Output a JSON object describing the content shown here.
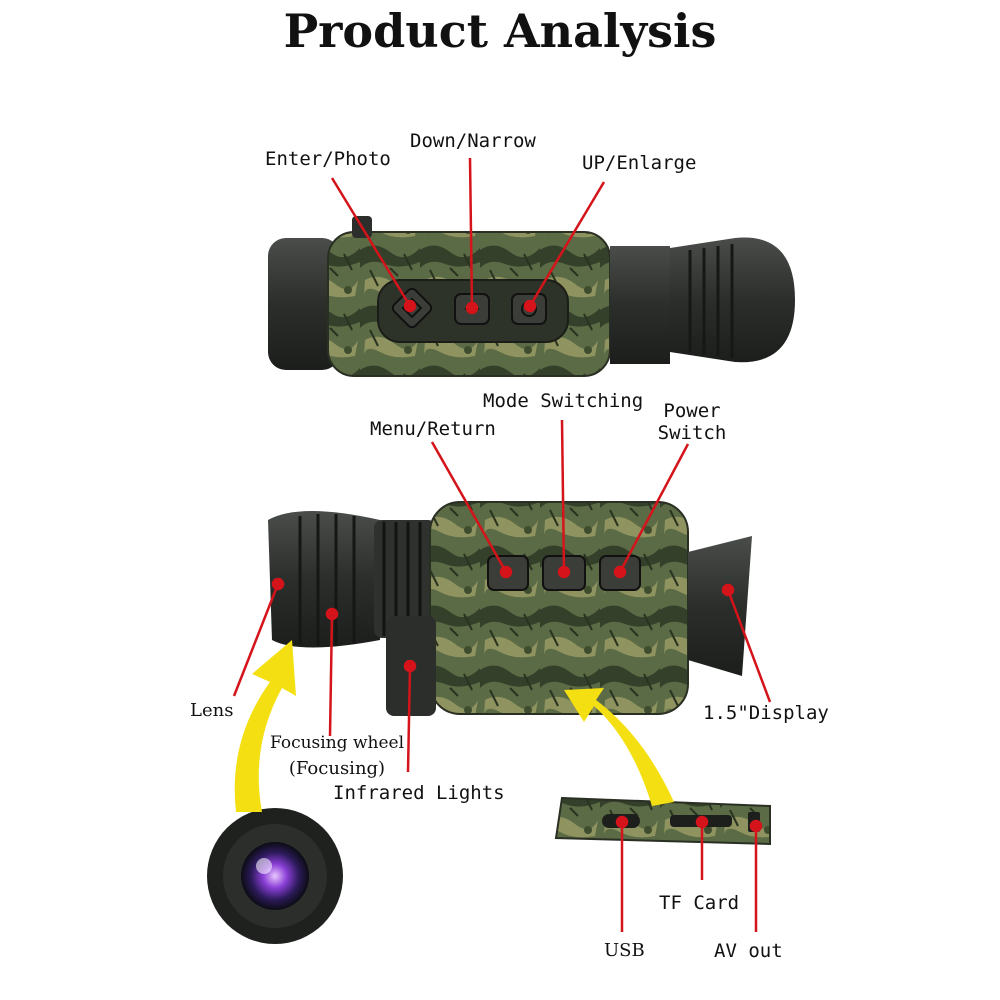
{
  "title": "Product Analysis",
  "labels": {
    "enter_photo": "Enter/Photo",
    "down_narrow": "Down/Narrow",
    "up_enlarge": "UP/Enlarge",
    "mode_switching": "Mode Switching",
    "menu_return": "Menu/Return",
    "power_switch_line1": "Power",
    "power_switch_line2": "Switch",
    "lens": "Lens",
    "focusing_wheel_line1": "Focusing wheel",
    "focusing_wheel_line2": "(Focusing)",
    "infrared_lights": "Infrared Lights",
    "display": "1.5\"Display",
    "tf_card": "TF Card",
    "usb": "USB",
    "av_out": "AV out"
  },
  "colors": {
    "pointer": "#d4141a",
    "arrow": "#f4e012",
    "rubber": "#2b2e2b",
    "camo_base": "#5b6b45",
    "camo_dark": "#34402a",
    "camo_light": "#8f9360"
  },
  "icons": [
    "diamond-enter-icon",
    "minus-icon",
    "plus-icon",
    "lens-glass-icon"
  ]
}
